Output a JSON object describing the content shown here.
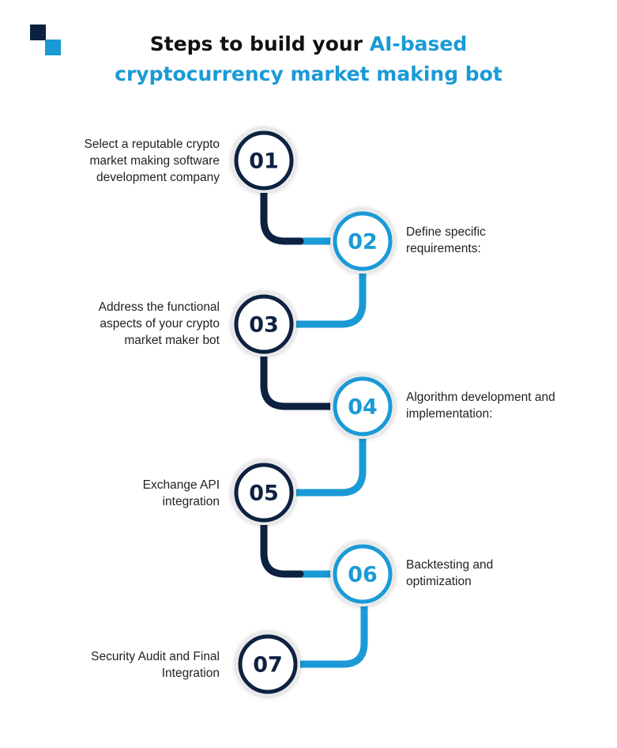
{
  "title": {
    "line1_prefix": "Steps to build your ",
    "line1_highlight": "AI-based",
    "line2": "cryptocurrency market making bot"
  },
  "colors": {
    "dark": "#0d2240",
    "accent": "#1a9ad6"
  },
  "steps": [
    {
      "number": "01",
      "label": "Select a reputable crypto market making software development company"
    },
    {
      "number": "02",
      "label": "Define specific requirements:"
    },
    {
      "number": "03",
      "label": "Address the functional aspects of your crypto market maker bot"
    },
    {
      "number": "04",
      "label": "Algorithm development and implementation:"
    },
    {
      "number": "05",
      "label": "Exchange API integration"
    },
    {
      "number": "06",
      "label": "Backtesting and optimization"
    },
    {
      "number": "07",
      "label": "Security Audit and Final Integration"
    }
  ]
}
